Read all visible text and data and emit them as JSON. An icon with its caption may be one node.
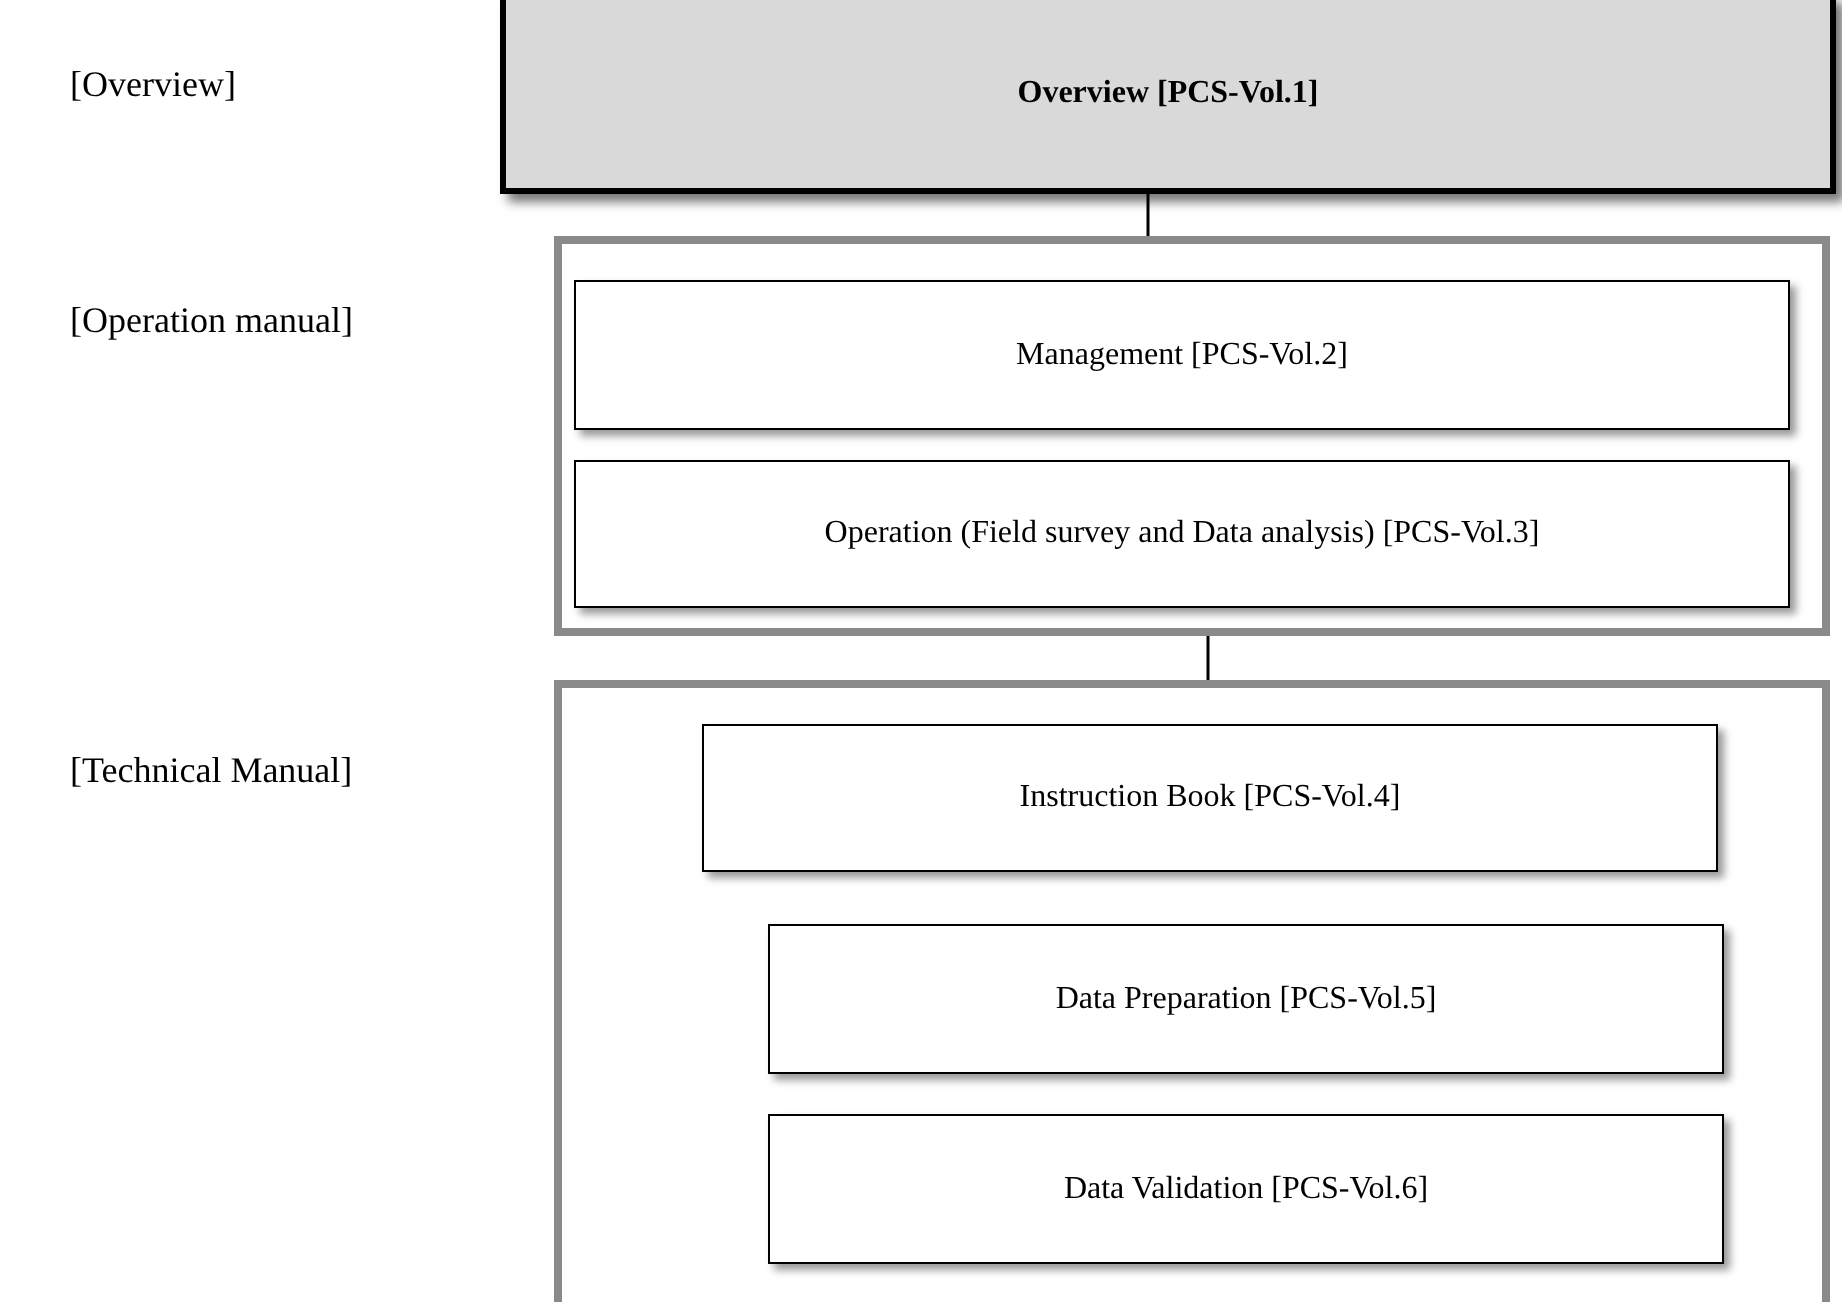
{
  "diagram": {
    "nodes": [
      {
        "text": [
          "Overview [PCS-Vol.1]"
        ]
      },
      {
        "text": [],
        "shape": "box"
      },
      {
        "text": [
          "Management [PCS-Vol.2]"
        ],
        "in": 1
      },
      {
        "text": [
          "Operation (Field survey and Data analysis) [PCS-Vol.3]"
        ],
        "in": 1
      },
      {
        "text": [],
        "shape": "box"
      },
      {
        "text": [
          "Instruction Book [PCS-Vol.4]"
        ],
        "in": 4
      },
      {
        "text": [
          "Data Preparation [PCS-Vol.5]"
        ],
        "in": 4
      },
      {
        "text": [
          "Data Validation [PCS-Vol.6]"
        ],
        "in": 4
      }
    ],
    "edges": [
      {
        "from": 0,
        "to": 1,
        "arrow": "none"
      },
      {
        "from": 1,
        "to": 4,
        "arrow": "none"
      }
    ],
    "labels": [
      "[Overview]",
      "[Operation manual]",
      "[Technical Manual]"
    ]
  }
}
